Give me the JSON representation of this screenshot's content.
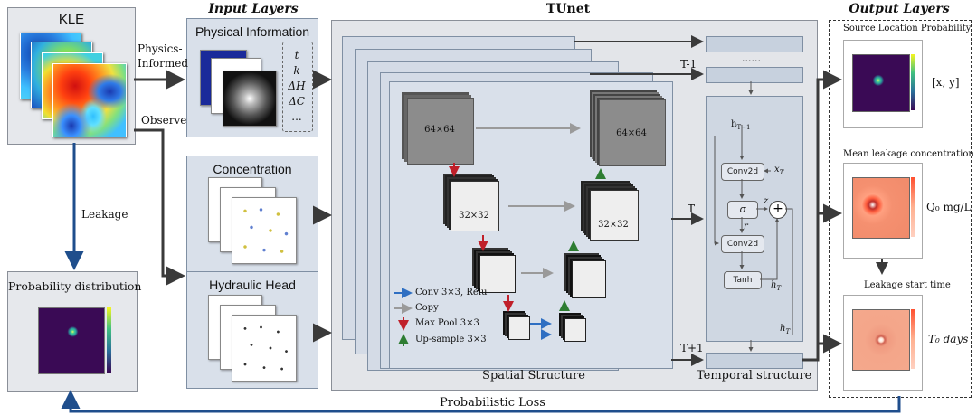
{
  "kle": {
    "title": "KLE"
  },
  "flows": {
    "physics_informed": "Physics-\nInformed",
    "observe": "Observe",
    "leakage": "Leakage",
    "probabilistic_loss": "Probabilistic Loss"
  },
  "prob_dist": {
    "title": "Probability distribution"
  },
  "input_layers": {
    "header": "Input Layers",
    "physical": {
      "title": "Physical Information",
      "vars": [
        "t",
        "k",
        "ΔH",
        "ΔC",
        "..."
      ]
    },
    "concentration": {
      "title": "Concentration"
    },
    "hydraulic": {
      "title": "Hydraulic Head"
    }
  },
  "tunet": {
    "header": "TUnet",
    "spatial_label": "Spatial Structure",
    "temporal_label": "Temporal structure",
    "block1": "64×64",
    "block1_up": "64×64",
    "block2": "32×32",
    "block2_up": "32×32",
    "time_labels": {
      "tm1": "T-1",
      "t": "T",
      "tp1": "T+1",
      "dots": "......"
    },
    "legend": [
      {
        "label": "Conv 3×3, Relu",
        "color": "#2f6fc2"
      },
      {
        "label": "Copy",
        "color": "#9a9a9a"
      },
      {
        "label": "Max Pool 3×3",
        "color": "#c0202a"
      },
      {
        "label": "Up-sample 3×3",
        "color": "#2e7d32"
      }
    ],
    "gru": {
      "h_prev": "h",
      "h_prev_sub": "T−1",
      "conv_top": "Conv2d",
      "x_label": "x",
      "x_sub": "T",
      "sigma": "σ",
      "z": "z",
      "r": "r",
      "plus": "+",
      "conv_bottom": "Conv2d",
      "tanh": "Tanh",
      "h_tilde": "h̃",
      "h_tilde_sub": "T",
      "h_out": "h",
      "h_out_sub": "T"
    }
  },
  "output_layers": {
    "header": "Output Layers",
    "source": {
      "title": "Source Location Probability",
      "value": "[x, y]"
    },
    "mean": {
      "title": "Mean leakage concentration",
      "value": "Q₀ mg/L"
    },
    "start": {
      "title": "Leakage start time",
      "value": "T₀ days"
    }
  },
  "colors": {
    "arrow_dark": "#3a3a3a",
    "arrow_blue": "#1f4e8c",
    "panel": "#d9e0ea"
  }
}
